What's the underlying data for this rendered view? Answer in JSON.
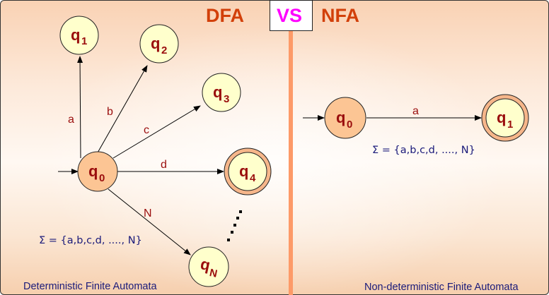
{
  "header": {
    "left_title": "DFA",
    "vs_label": "VS",
    "right_title": "NFA"
  },
  "colors": {
    "title": "#d2400a",
    "vs": "#ff00ff",
    "start_state_fill": "#fcc594",
    "state_fill": "#ffffcc",
    "accept_ring": "#f6b68a",
    "divider": "#fd9a68",
    "text_blue": "#1a1a7a",
    "label_red": "#9a0d0d"
  },
  "dfa": {
    "states": [
      {
        "id": "q0",
        "name": "q",
        "sub": "0",
        "kind": "start"
      },
      {
        "id": "q1",
        "name": "q",
        "sub": "1",
        "kind": "normal"
      },
      {
        "id": "q2",
        "name": "q",
        "sub": "2",
        "kind": "normal"
      },
      {
        "id": "q3",
        "name": "q",
        "sub": "3",
        "kind": "normal"
      },
      {
        "id": "q4",
        "name": "q",
        "sub": "4",
        "kind": "accept"
      },
      {
        "id": "qN",
        "name": "q",
        "sub": "N",
        "kind": "normal"
      }
    ],
    "transitions": [
      {
        "from": "q0",
        "to": "q1",
        "label": "a"
      },
      {
        "from": "q0",
        "to": "q2",
        "label": "b"
      },
      {
        "from": "q0",
        "to": "q3",
        "label": "c"
      },
      {
        "from": "q0",
        "to": "q4",
        "label": "d"
      },
      {
        "from": "q0",
        "to": "qN",
        "label": "N"
      }
    ],
    "alphabet": "Σ = {a,b,c,d, ...., N}",
    "caption": "Deterministic Finite Automata"
  },
  "nfa": {
    "states": [
      {
        "id": "q0",
        "name": "q",
        "sub": "0",
        "kind": "start"
      },
      {
        "id": "q1",
        "name": "q",
        "sub": "1",
        "kind": "accept"
      }
    ],
    "transitions": [
      {
        "from": "q0",
        "to": "q1",
        "label": "a"
      }
    ],
    "alphabet": "Σ = {a,b,c,d, ...., N}",
    "caption": "Non-deterministic Finite Automata"
  }
}
